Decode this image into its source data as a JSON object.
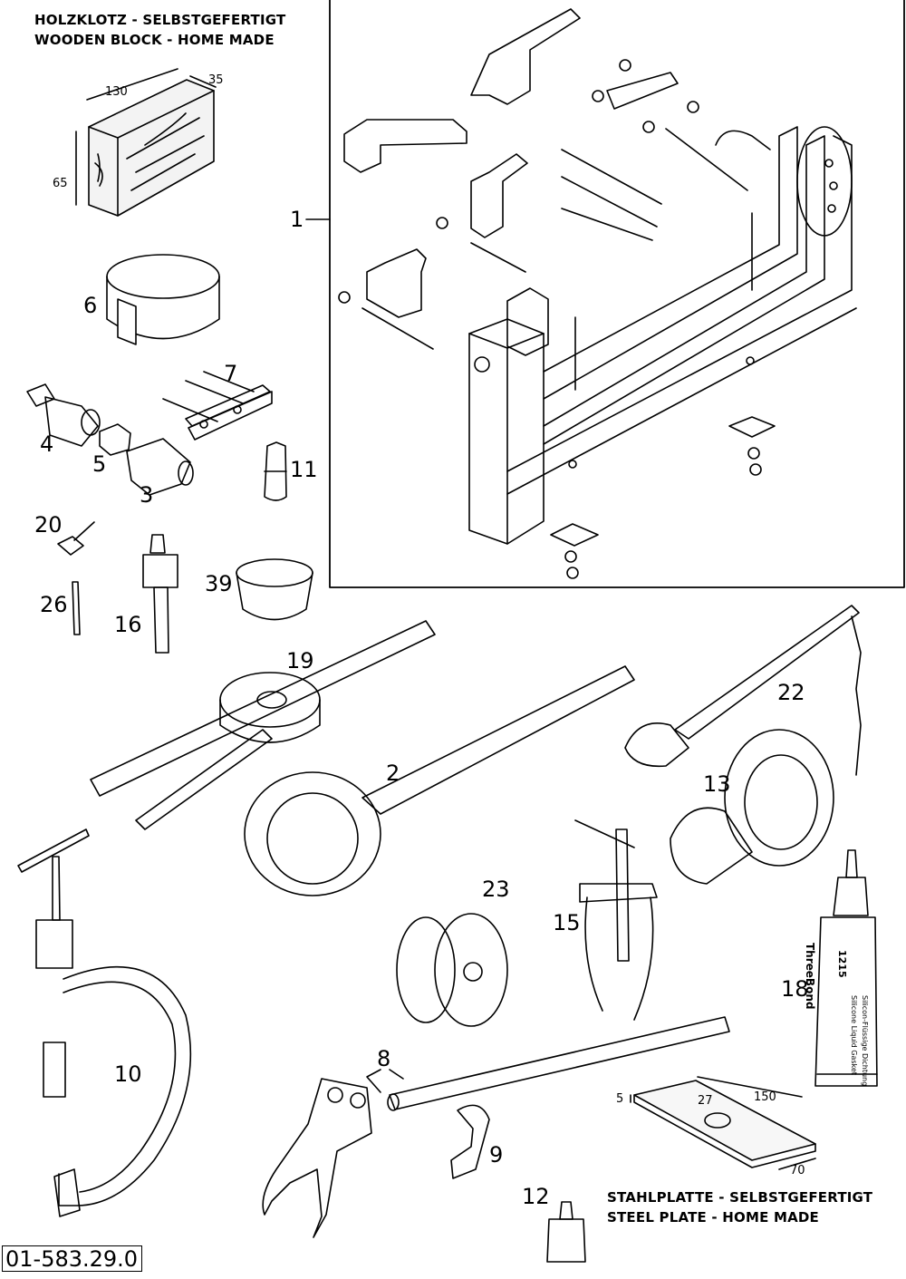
{
  "wooden_block": {
    "caption_de": "HOLZKLOTZ - SELBSTGEFERTIGT",
    "caption_en": "WOODEN BLOCK - HOME MADE",
    "dim_length": "130",
    "dim_width": "35",
    "dim_height": "65"
  },
  "steel_plate": {
    "caption_de": "STAHLPLATTE - SELBSTGEFERTIGT",
    "caption_en": "STEEL PLATE - HOME MADE",
    "dim_thickness": "5",
    "dim_hole": "27",
    "dim_length": "150",
    "dim_width": "70"
  },
  "tube_label": {
    "brand": "ThreeBond",
    "code": "1215",
    "line1": "Silicone Liquid Gasket",
    "line2": "Silicon-Flüssige Dichtung"
  },
  "part_labels": {
    "p1": "1",
    "p2": "2",
    "p3": "3",
    "p4": "4",
    "p5": "5",
    "p6": "6",
    "p7": "7",
    "p8": "8",
    "p9": "9",
    "p10": "10",
    "p11": "11",
    "p12": "12",
    "p13": "13",
    "p15": "15",
    "p16": "16",
    "p18": "18",
    "p19": "19",
    "p20": "20",
    "p22": "22",
    "p23": "23",
    "p26": "26",
    "p39": "39"
  },
  "part_number": "01-583.29.0"
}
